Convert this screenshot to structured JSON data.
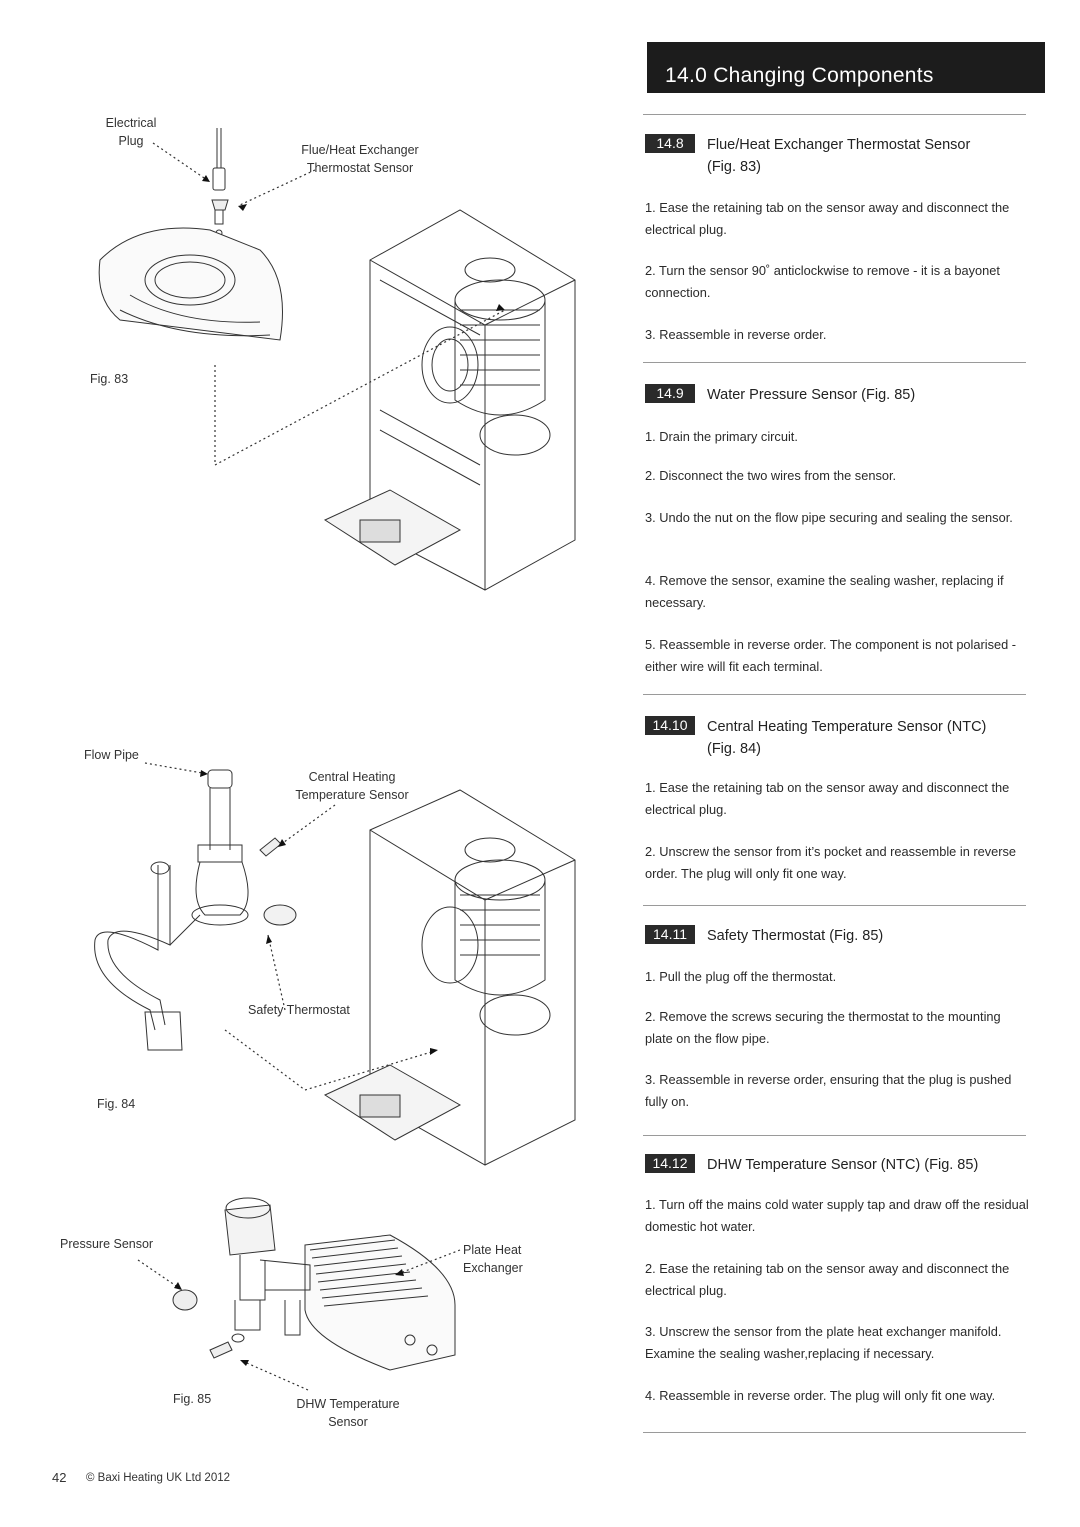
{
  "header": {
    "title": "14.0 Changing Components"
  },
  "fig83": {
    "label": "Fig. 83",
    "callouts": {
      "electrical": "Electrical",
      "plug": "Plug",
      "sensor_line1": "Flue/Heat Exchanger",
      "sensor_line2": "Thermostat Sensor"
    }
  },
  "fig84": {
    "label": "Fig. 84",
    "callouts": {
      "flow_pipe": "Flow Pipe",
      "ch_line1": "Central Heating",
      "ch_line2": "Temperature  Sensor",
      "safety": "Safety Thermostat"
    }
  },
  "fig85": {
    "label": "Fig. 85",
    "callouts": {
      "pressure": "Pressure Sensor",
      "phe_line1": "Plate Heat",
      "phe_line2": "Exchanger",
      "dhw_line1": "DHW  Temperature",
      "dhw_line2": "Sensor"
    }
  },
  "sections": [
    {
      "num": "14.8",
      "title_line1": "Flue/Heat Exchanger Thermostat Sensor",
      "title_line2": "(Fig. 83)",
      "steps": [
        "1. Ease the retaining tab on the sensor away and disconnect the electrical plug.",
        "2. Turn the sensor 90˚ anticlockwise to remove - it is a bayonet connection.",
        "3. Reassemble in reverse order."
      ]
    },
    {
      "num": "14.9",
      "title_line1": "Water Pressure Sensor (Fig. 85)",
      "title_line2": "",
      "steps": [
        "1. Drain the primary circuit.",
        "2. Disconnect the two wires from the sensor.",
        "3. Undo the nut on the flow pipe securing and sealing the sensor.",
        "4. Remove the sensor, examine the sealing washer, replacing if necessary.",
        "5. Reassemble in reverse order. The component is not polarised - either wire will fit each terminal."
      ]
    },
    {
      "num": "14.10",
      "title_line1": "Central Heating Temperature Sensor (NTC)",
      "title_line2": "(Fig. 84)",
      "steps": [
        "1. Ease the retaining tab on the sensor away and disconnect the electrical plug.",
        "2. Unscrew the sensor from it’s pocket and reassemble in reverse order. The plug will only fit one way."
      ]
    },
    {
      "num": "14.11",
      "title_line1": "Safety Thermostat (Fig. 85)",
      "title_line2": "",
      "steps": [
        "1. Pull the plug off the thermostat.",
        "2. Remove the screws securing the thermostat to the mounting plate on the flow pipe.",
        "3. Reassemble in reverse order, ensuring that the plug is pushed fully on."
      ]
    },
    {
      "num": "14.12",
      "title_line1": "DHW Temperature Sensor (NTC) (Fig. 85)",
      "title_line2": "",
      "steps": [
        "1. Turn off the mains cold water supply tap and draw off the residual domestic hot water.",
        "2. Ease the retaining tab on the sensor away and disconnect the electrical plug.",
        "3. Unscrew the sensor from the plate heat exchanger manifold. Examine the sealing washer,replacing if necessary.",
        "4. Reassemble in reverse order. The plug will only fit one way."
      ]
    }
  ],
  "footer": {
    "page": "42",
    "copyright": "© Baxi Heating UK Ltd 2012"
  }
}
